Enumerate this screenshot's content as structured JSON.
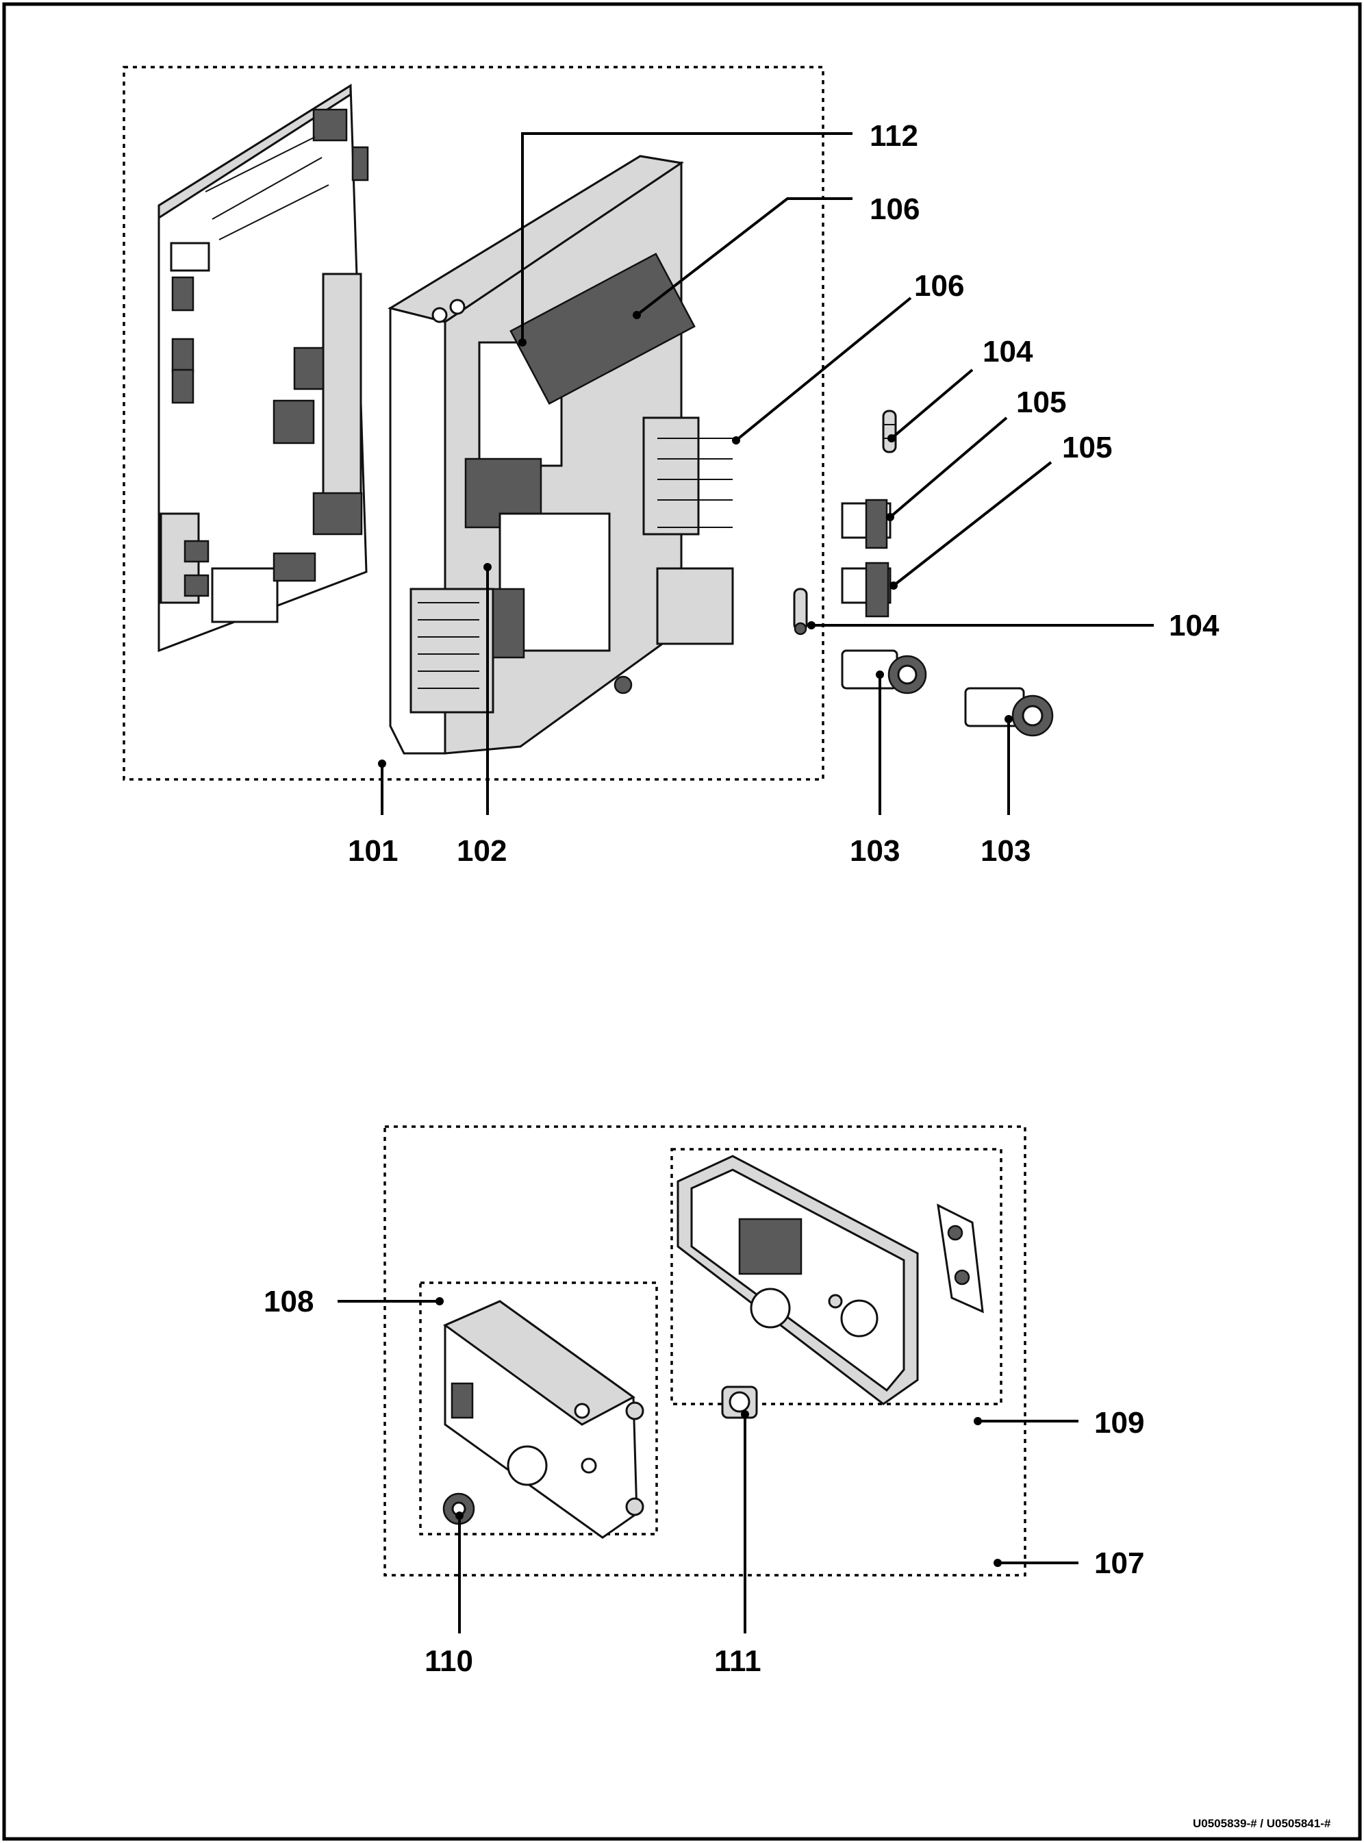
{
  "callouts": {
    "c101": "101",
    "c102": "102",
    "c103a": "103",
    "c103b": "103",
    "c104a": "104",
    "c104b": "104",
    "c105a": "105",
    "c105b": "105",
    "c106a": "106",
    "c106b": "106",
    "c107": "107",
    "c108": "108",
    "c109": "109",
    "c110": "110",
    "c111": "111",
    "c112": "112"
  },
  "footer": {
    "reference": "U0505839-# / U0505841-#"
  }
}
